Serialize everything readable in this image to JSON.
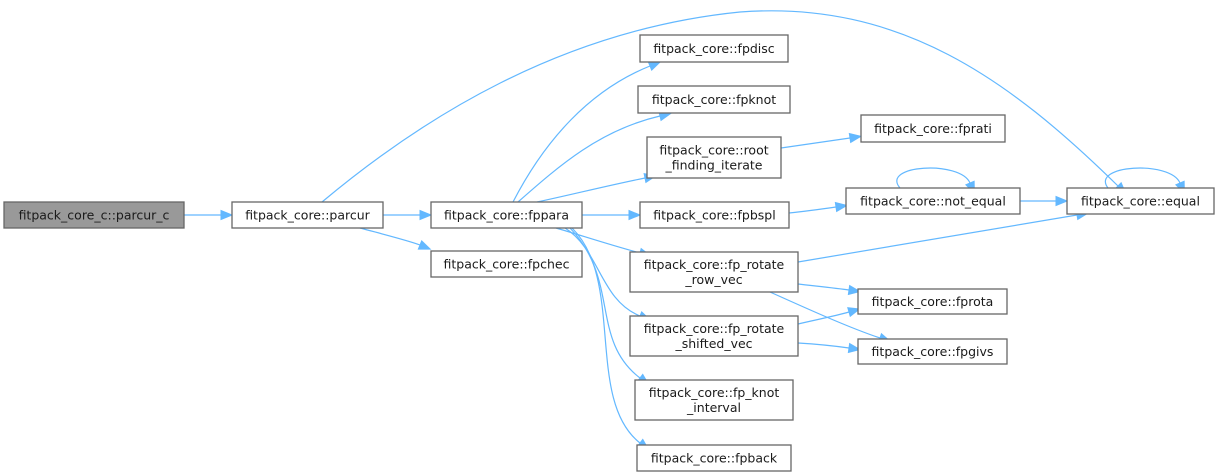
{
  "diagram": {
    "type": "call-graph",
    "colors": {
      "edge": "#63b8ff",
      "node_border": "#666666",
      "root_fill": "#999999",
      "node_fill": "#ffffff"
    },
    "nodes": [
      {
        "id": "parcur_c",
        "lines": [
          "fitpack_core_c::parcur_c"
        ],
        "root": true
      },
      {
        "id": "parcur",
        "lines": [
          "fitpack_core::parcur"
        ]
      },
      {
        "id": "fppara",
        "lines": [
          "fitpack_core::fppara"
        ]
      },
      {
        "id": "fpchec",
        "lines": [
          "fitpack_core::fpchec"
        ]
      },
      {
        "id": "fpdisc",
        "lines": [
          "fitpack_core::fpdisc"
        ]
      },
      {
        "id": "fpknot",
        "lines": [
          "fitpack_core::fpknot"
        ]
      },
      {
        "id": "root_finding_iterate",
        "lines": [
          "fitpack_core::root",
          "_finding_iterate"
        ]
      },
      {
        "id": "fpbspl",
        "lines": [
          "fitpack_core::fpbspl"
        ]
      },
      {
        "id": "fp_rotate_row_vec",
        "lines": [
          "fitpack_core::fp_rotate",
          "_row_vec"
        ]
      },
      {
        "id": "fp_rotate_shifted_vec",
        "lines": [
          "fitpack_core::fp_rotate",
          "_shifted_vec"
        ]
      },
      {
        "id": "fp_knot_interval",
        "lines": [
          "fitpack_core::fp_knot",
          "_interval"
        ]
      },
      {
        "id": "fpback",
        "lines": [
          "fitpack_core::fpback"
        ]
      },
      {
        "id": "fprati",
        "lines": [
          "fitpack_core::fprati"
        ]
      },
      {
        "id": "not_equal",
        "lines": [
          "fitpack_core::not_equal"
        ]
      },
      {
        "id": "equal",
        "lines": [
          "fitpack_core::equal"
        ]
      },
      {
        "id": "fprota",
        "lines": [
          "fitpack_core::fprota"
        ]
      },
      {
        "id": "fpgivs",
        "lines": [
          "fitpack_core::fpgivs"
        ]
      }
    ],
    "edges": [
      {
        "from": "parcur_c",
        "to": "parcur"
      },
      {
        "from": "parcur",
        "to": "fppara"
      },
      {
        "from": "parcur",
        "to": "fpchec"
      },
      {
        "from": "parcur",
        "to": "equal"
      },
      {
        "from": "fppara",
        "to": "fpdisc"
      },
      {
        "from": "fppara",
        "to": "fpknot"
      },
      {
        "from": "fppara",
        "to": "root_finding_iterate"
      },
      {
        "from": "fppara",
        "to": "fpbspl"
      },
      {
        "from": "fppara",
        "to": "fp_rotate_row_vec"
      },
      {
        "from": "fppara",
        "to": "fp_rotate_shifted_vec"
      },
      {
        "from": "fppara",
        "to": "fp_knot_interval"
      },
      {
        "from": "fppara",
        "to": "fpback"
      },
      {
        "from": "root_finding_iterate",
        "to": "fprati"
      },
      {
        "from": "fpbspl",
        "to": "not_equal"
      },
      {
        "from": "not_equal",
        "to": "not_equal"
      },
      {
        "from": "not_equal",
        "to": "equal"
      },
      {
        "from": "equal",
        "to": "equal"
      },
      {
        "from": "fp_rotate_row_vec",
        "to": "equal"
      },
      {
        "from": "fp_rotate_row_vec",
        "to": "fprota"
      },
      {
        "from": "fp_rotate_row_vec",
        "to": "fpgivs"
      },
      {
        "from": "fp_rotate_shifted_vec",
        "to": "fprota"
      },
      {
        "from": "fp_rotate_shifted_vec",
        "to": "fpgivs"
      }
    ]
  }
}
